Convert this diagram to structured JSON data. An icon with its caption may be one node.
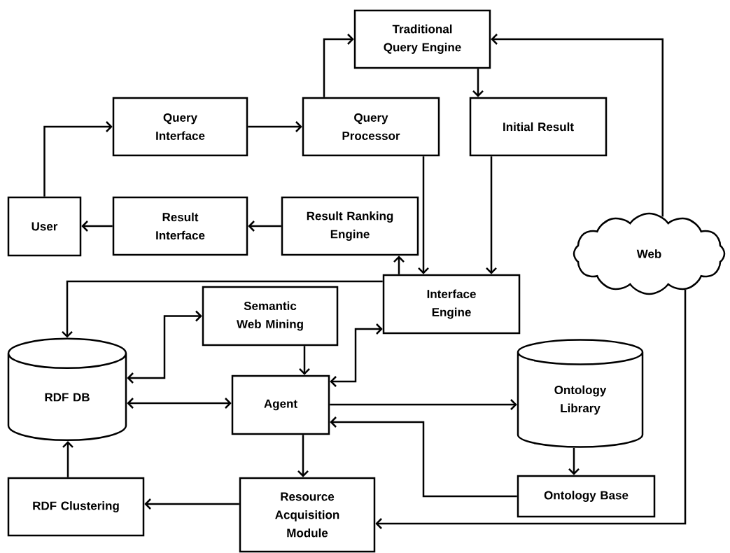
{
  "diagram": {
    "nodes": [
      {
        "text": [
          "Traditional Query Engine"
        ]
      },
      {
        "text": [
          "Query Interface"
        ]
      },
      {
        "text": [
          "Query Processor"
        ]
      },
      {
        "text": [
          "Initial Result"
        ]
      },
      {
        "text": [
          "User"
        ]
      },
      {
        "text": [
          "Result Interface"
        ]
      },
      {
        "text": [
          "Result Ranking Engine"
        ]
      },
      {
        "text": [
          "Web"
        ]
      },
      {
        "text": [
          "Semantic Web Mining"
        ]
      },
      {
        "text": [
          "Interface Engine"
        ]
      },
      {
        "text": [
          "RDF DB"
        ]
      },
      {
        "text": [
          "Agent"
        ]
      },
      {
        "text": [
          "Ontology Library"
        ]
      },
      {
        "text": [
          "RDF Clustering"
        ]
      },
      {
        "text": [
          "Resource Acquisition Module"
        ]
      },
      {
        "text": [
          "Ontology Base"
        ]
      }
    ],
    "edges": [
      {
        "from": 4,
        "to": 1,
        "arrow": "to"
      },
      {
        "from": 1,
        "to": 2,
        "arrow": "to"
      },
      {
        "from": 2,
        "to": 0,
        "arrow": "to"
      },
      {
        "from": 0,
        "to": 3,
        "arrow": "to"
      },
      {
        "from": 7,
        "to": 0,
        "arrow": "to"
      },
      {
        "from": 2,
        "to": 9,
        "arrow": "to"
      },
      {
        "from": 3,
        "to": 9,
        "arrow": "to"
      },
      {
        "from": 9,
        "to": 6,
        "arrow": "to"
      },
      {
        "from": 6,
        "to": 5,
        "arrow": "to"
      },
      {
        "from": 5,
        "to": 4,
        "arrow": "to"
      },
      {
        "from": 9,
        "to": 10,
        "arrow": "to"
      },
      {
        "from": 10,
        "to": 8,
        "arrow": "both"
      },
      {
        "from": 11,
        "to": 9,
        "arrow": "both"
      },
      {
        "from": 8,
        "to": 11,
        "arrow": "to"
      },
      {
        "from": 10,
        "to": 11,
        "arrow": "both"
      },
      {
        "from": 11,
        "to": 12,
        "arrow": "to"
      },
      {
        "from": 15,
        "to": 11,
        "arrow": "to"
      },
      {
        "from": 12,
        "to": 15,
        "arrow": "to"
      },
      {
        "from": 11,
        "to": 14,
        "arrow": "to"
      },
      {
        "from": 14,
        "to": 13,
        "arrow": "to"
      },
      {
        "from": 13,
        "to": 10,
        "arrow": "to"
      },
      {
        "from": 7,
        "to": 14,
        "arrow": "to"
      }
    ]
  }
}
